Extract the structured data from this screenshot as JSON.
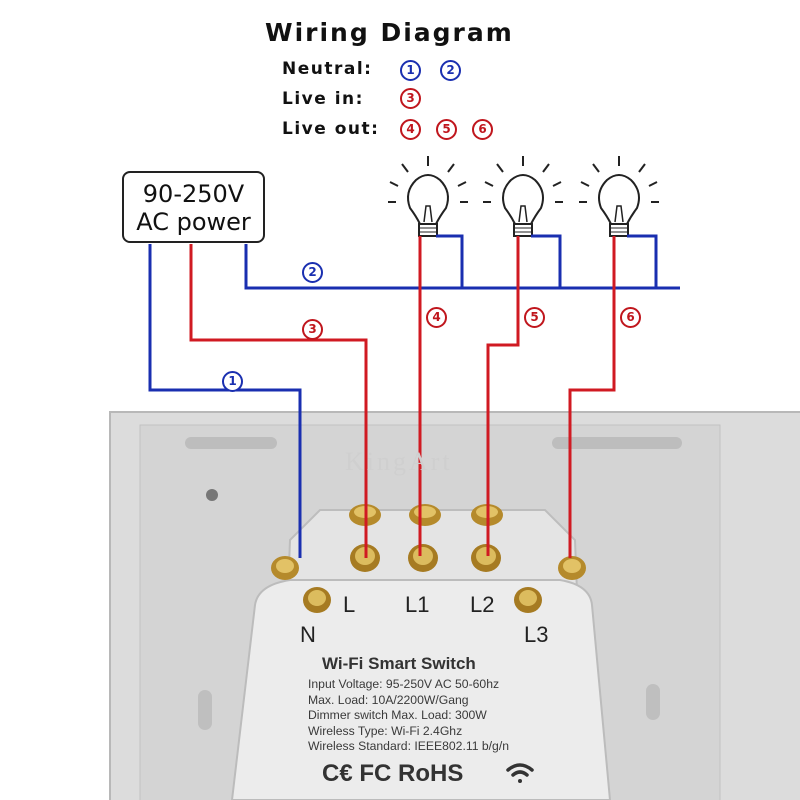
{
  "diagram": {
    "title": "Wiring Diagram",
    "legend": [
      {
        "label": "Neutral:",
        "numbers": [
          "1",
          "2"
        ],
        "color": "#1a2fb0"
      },
      {
        "label": "Live in:",
        "numbers": [
          "3"
        ],
        "color": "#c0161d"
      },
      {
        "label": "Live out:",
        "numbers": [
          "4",
          "5",
          "6"
        ],
        "color": "#c0161d"
      }
    ],
    "power_box": {
      "line1": "90-250V",
      "line2": "AC power"
    },
    "wire_numbers": [
      "1",
      "2",
      "3",
      "4",
      "5",
      "6"
    ],
    "terminals": [
      "N",
      "L",
      "L1",
      "L2",
      "L3"
    ],
    "brand_watermark": "KingArt",
    "module": {
      "title": "Wi-Fi Smart Switch",
      "specs": [
        "Input Voltage: 95-250V AC 50-60hz",
        "Max. Load: 10A/2200W/Gang",
        "Dimmer switch Max. Load: 300W",
        "Wireless Type: Wi-Fi 2.4Ghz",
        "Wireless Standard: IEEE802.11 b/g/n"
      ],
      "certifications": "C€ FC RoHS"
    },
    "colors": {
      "neutral": "#1a2fb0",
      "live": "#c0161d",
      "plate": "#d9d9d9",
      "module": "#e9e9e9"
    },
    "icons": [
      "light-bulb-icon",
      "wifi-icon"
    ]
  }
}
